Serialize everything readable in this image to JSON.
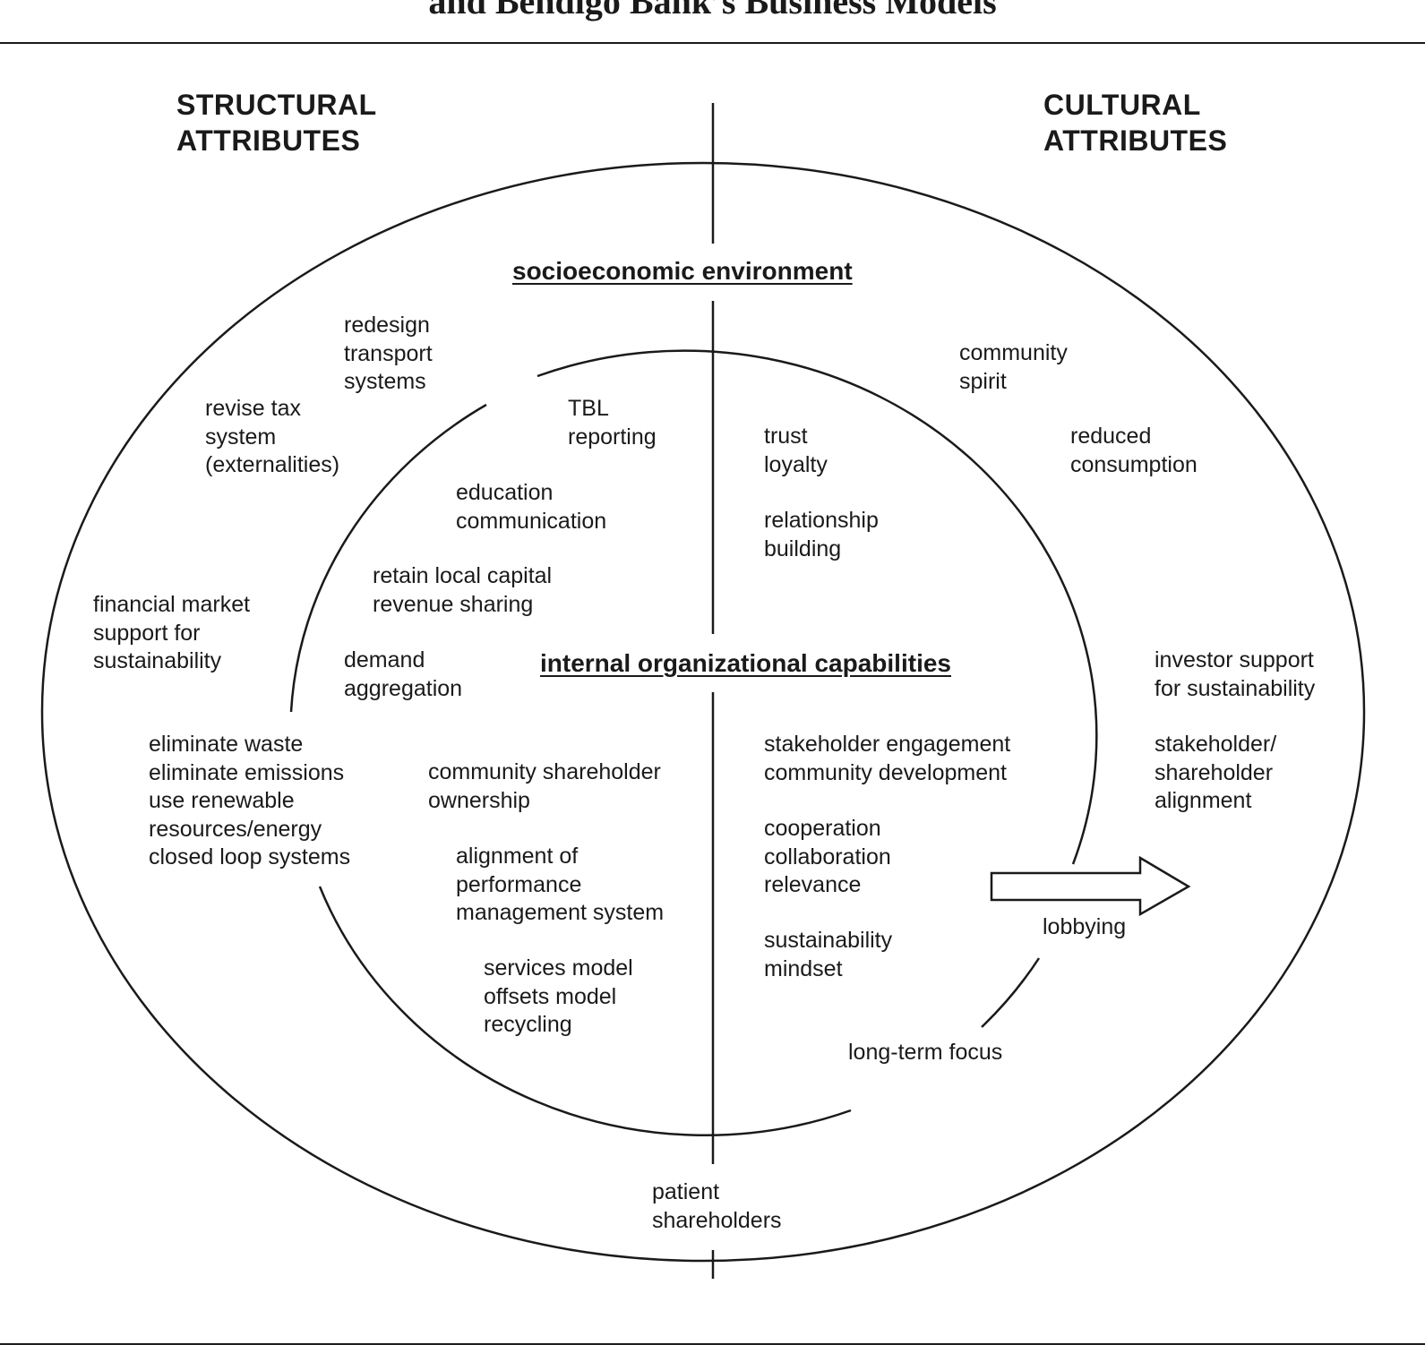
{
  "title_fragment": "and Bendigo Bank’s Business Models",
  "headings": {
    "structural": "STRUCTURAL\nATTRIBUTES",
    "cultural": "CULTURAL\nATTRIBUTES"
  },
  "sections": {
    "outer": "socioeconomic environment",
    "inner": "internal organizational capabilities"
  },
  "outer_structural": {
    "redesign_transport": "redesign\ntransport\nsystems",
    "revise_tax": "revise tax\nsystem\n(externalities)",
    "financial_market": "financial market\nsupport for\nsustainability",
    "eliminate_waste": "eliminate waste\neliminate emissions\nuse renewable\nresources/energy\nclosed loop systems"
  },
  "outer_cultural": {
    "community_spirit": "community\nspirit",
    "reduced_consumption": "reduced\nconsumption",
    "investor_support": "investor support\nfor sustainability",
    "stakeholder_alignment": "stakeholder/\nshareholder\nalignment",
    "lobbying": "lobbying"
  },
  "inner_structural": {
    "tbl_reporting": "TBL\nreporting",
    "education": "education\ncommunication",
    "retain_capital": "retain local capital\nrevenue sharing",
    "demand_aggregation": "demand\naggregation",
    "community_ownership": "community shareholder\nownership",
    "performance_alignment": "alignment of\nperformance\nmanagement system",
    "services_model": "services model\noffsets model\nrecycling"
  },
  "inner_cultural": {
    "trust_loyalty": "trust\nloyalty",
    "relationship": "relationship\nbuilding",
    "stakeholder_engagement": "stakeholder engagement\ncommunity development",
    "cooperation": "cooperation\ncollaboration\nrelevance",
    "sustainability_mindset": "sustainability\nmindset"
  },
  "boundary": {
    "long_term_focus": "long-term focus",
    "patient_shareholders": "patient\nshareholders"
  },
  "colors": {
    "ink": "#1a1a1a",
    "background": "#ffffff"
  }
}
